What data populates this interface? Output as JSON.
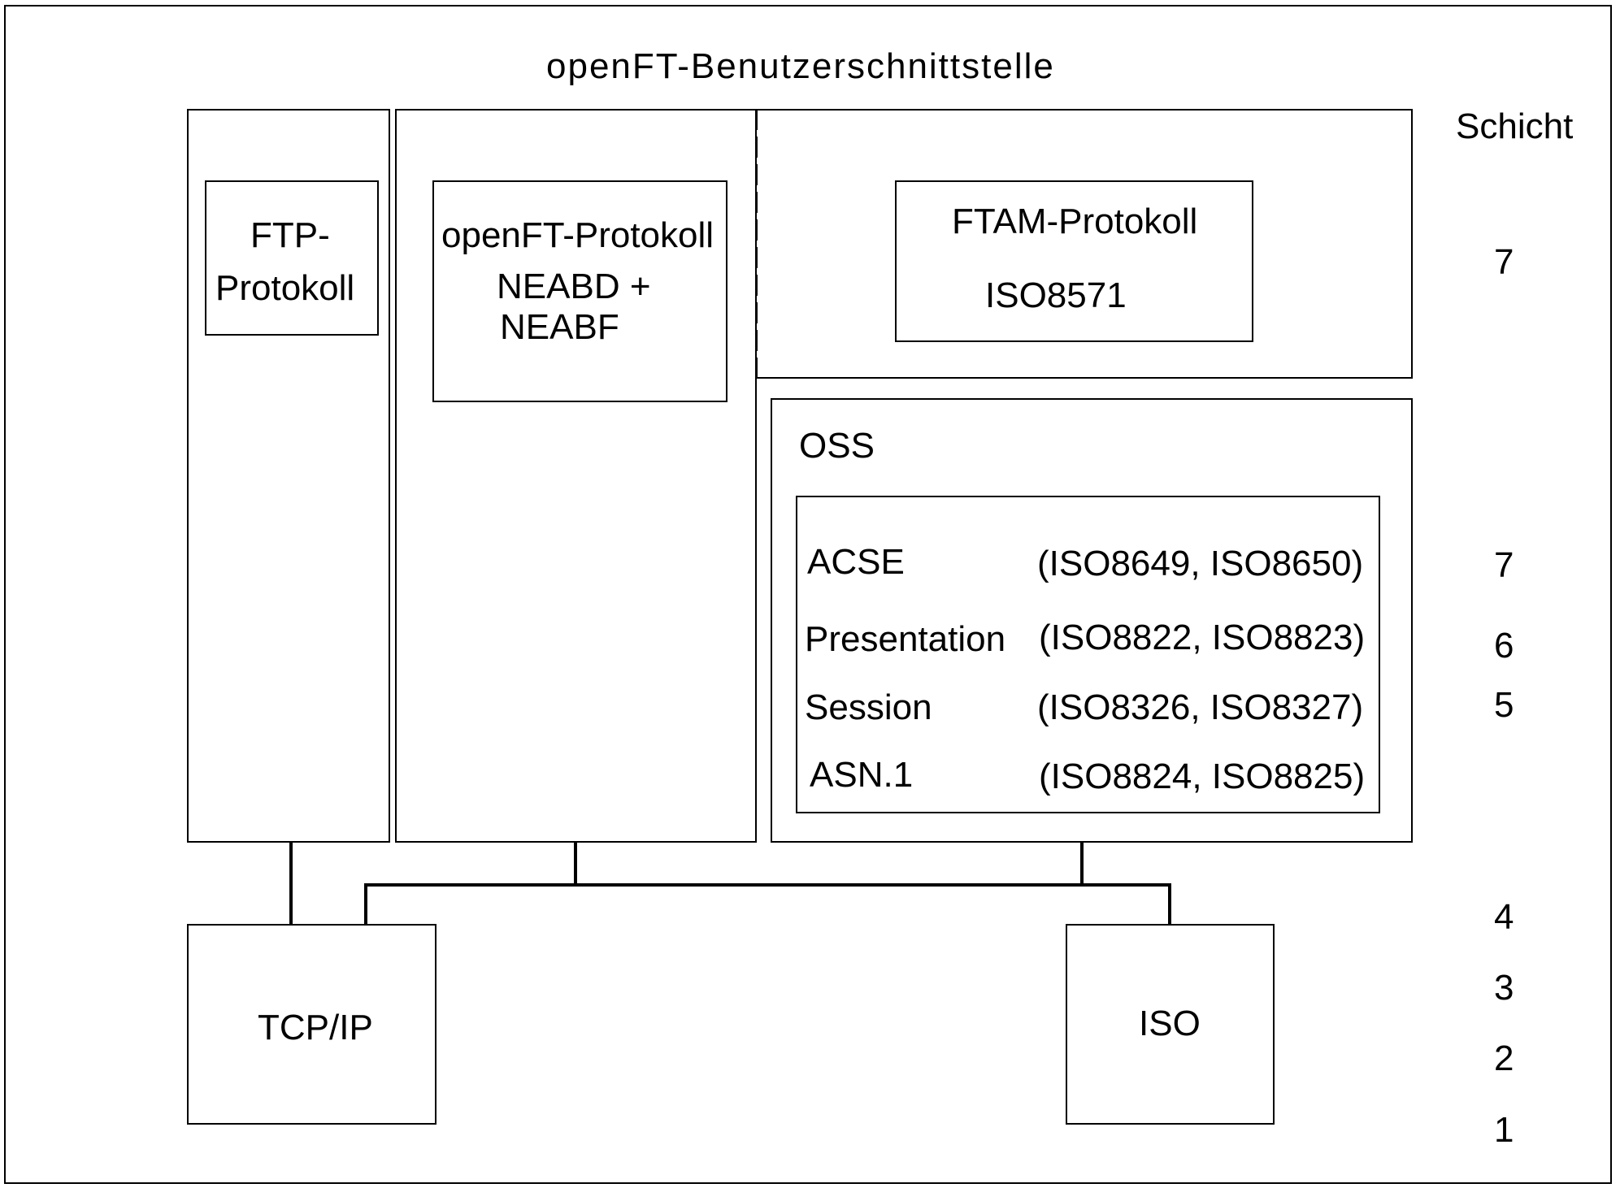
{
  "diagram": {
    "title": "openFT-Benutzerschnittstelle",
    "layer_header": "Schicht",
    "ftp": {
      "line1": "FTP-",
      "line2": "Protokoll"
    },
    "openft": {
      "line1": "openFT-Protokoll",
      "line2": "NEABD +",
      "line3": "NEABF"
    },
    "ftam": {
      "line1": "FTAM-Protokoll",
      "line2": "ISO8571"
    },
    "oss": {
      "label": "OSS",
      "rows": [
        {
          "name": "ACSE",
          "standards": "(ISO8649, ISO8650)"
        },
        {
          "name": "Presentation",
          "standards": "(ISO8822, ISO8823)"
        },
        {
          "name": "Session",
          "standards": "(ISO8326, ISO8327)"
        },
        {
          "name": "ASN.1",
          "standards": "(ISO8824, ISO8825)"
        }
      ]
    },
    "tcpip": "TCP/IP",
    "iso": "ISO",
    "layers": [
      "7",
      "7",
      "6",
      "5",
      "4",
      "3",
      "2",
      "1"
    ]
  }
}
